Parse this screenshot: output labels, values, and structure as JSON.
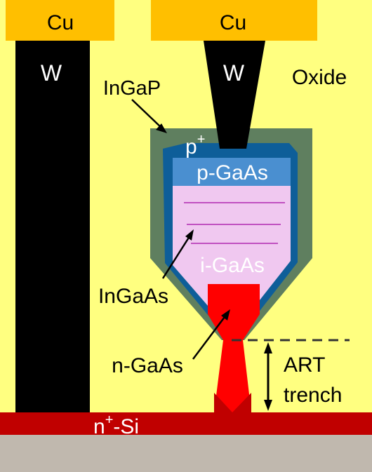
{
  "labels": {
    "cu_left": "Cu",
    "cu_right": "Cu",
    "w_left": "W",
    "w_right": "W",
    "oxide": "Oxide",
    "ingap": "InGaP",
    "p_plus_base": "p",
    "p_plus_sup": "+",
    "p_gaas": "p-GaAs",
    "i_gaas": "i-GaAs",
    "ingaas": "InGaAs",
    "n_gaas": "n-GaAs",
    "art_line1": "ART",
    "art_line2": "trench",
    "nsi_base_n": "n",
    "nsi_sup": "+",
    "nsi_rest": "-Si"
  },
  "colors": {
    "oxide": "#ffff80",
    "copper": "#ffbf00",
    "tungsten": "#000000",
    "ingap": "#5f7f5f",
    "p_plus": "#0e5e99",
    "p_gaas": "#4a8fd0",
    "i_gaas": "#f0c8f0",
    "ingaas_lines": "#c050c0",
    "n_gaas": "#ff0000",
    "n_si": "#c00000",
    "substrate": "#c0b8ae"
  }
}
